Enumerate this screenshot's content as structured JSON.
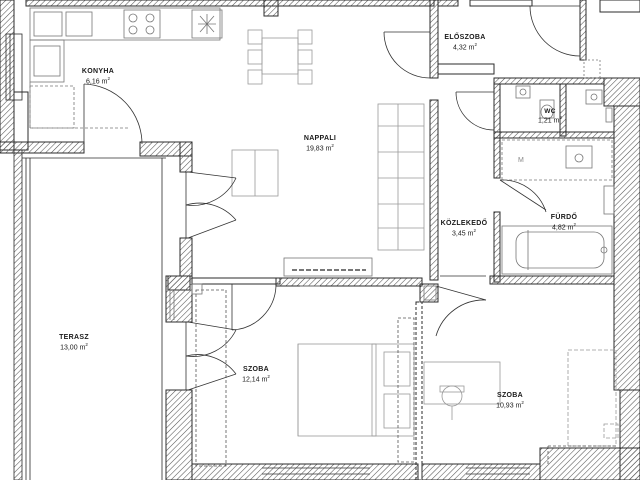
{
  "plan": {
    "rooms": [
      {
        "id": "konyha",
        "name": "KONYHA",
        "area": "6,16"
      },
      {
        "id": "nappali",
        "name": "NAPPALI",
        "area": "19,83"
      },
      {
        "id": "eloszoba",
        "name": "ELŐSZOBA",
        "area": "4,32"
      },
      {
        "id": "wc",
        "name": "WC",
        "area": "1,21"
      },
      {
        "id": "furdo",
        "name": "FÜRDŐ",
        "area": "4,82"
      },
      {
        "id": "kozlekedo",
        "name": "KÖZLEKEDŐ",
        "area": "3,45"
      },
      {
        "id": "terasz",
        "name": "TERASZ",
        "area": "13,00"
      },
      {
        "id": "szoba-1",
        "name": "SZOBA",
        "area": "12,14"
      },
      {
        "id": "szoba-2",
        "name": "SZOBA",
        "area": "10,93"
      }
    ],
    "unit": "m",
    "unit_sup": "2",
    "fixture_label": "M"
  },
  "colors": {
    "wall": "#2b2b2b",
    "wall_hatch": "#6a6a6a",
    "furniture": "#9a9a9a",
    "dashed": "#555555",
    "background": "#ffffff"
  }
}
